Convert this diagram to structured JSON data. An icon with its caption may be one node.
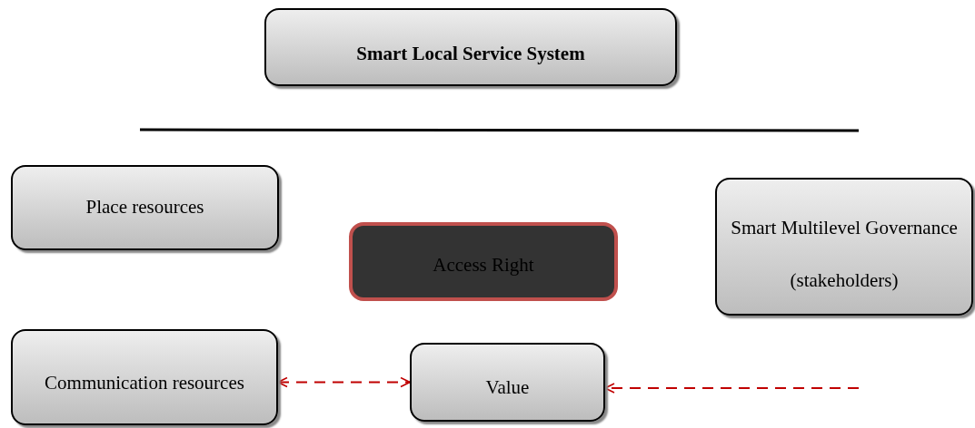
{
  "diagram": {
    "nodes": [
      {
        "text": [
          "Smart Local Service System"
        ]
      },
      {
        "text": [
          "Place resources"
        ]
      },
      {
        "text": [
          "Access Right"
        ]
      },
      {
        "text": [
          "Smart Multilevel Governance (stakeholders)"
        ]
      },
      {
        "text": [
          "Communication resources"
        ]
      },
      {
        "text": [
          "Value"
        ]
      }
    ],
    "edges": [
      {
        "from": 4,
        "to": 5,
        "arrow": "both",
        "style": "dashed"
      },
      {
        "from": null,
        "to": 5,
        "arrow": "to",
        "style": "dashed"
      }
    ]
  }
}
